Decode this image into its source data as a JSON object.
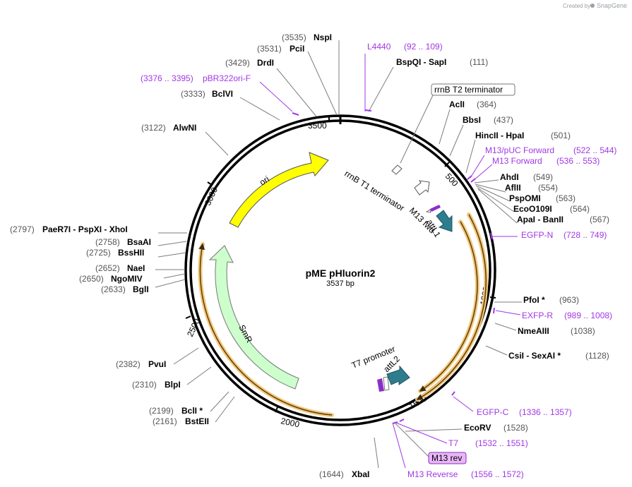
{
  "watermark": {
    "created_by": "Created by",
    "brand": "SnapGene"
  },
  "plasmid": {
    "name": "pME pHluorin2",
    "length": "3537 bp"
  },
  "ticks": [
    "500",
    "1000",
    "1500",
    "2000",
    "2500",
    "3000",
    "3500"
  ],
  "sites": {
    "nspi": {
      "pos": "(3535)",
      "name": "NspI"
    },
    "pcii": {
      "pos": "(3531)",
      "name": "PciI"
    },
    "drdi": {
      "pos": "(3429)",
      "name": "DrdI"
    },
    "bclvi": {
      "pos": "(3333)",
      "name": "BclVI"
    },
    "alwni": {
      "pos": "(3122)",
      "name": "AlwNI"
    },
    "paer7i": {
      "pos": "(2797)",
      "name": "PaeR7I  - PspXI  - XhoI"
    },
    "bsaai": {
      "pos": "(2758)",
      "name": "BsaAI"
    },
    "bsshii": {
      "pos": "(2725)",
      "name": "BssHII"
    },
    "naei": {
      "pos": "(2652)",
      "name": "NaeI"
    },
    "ngomiv": {
      "pos": "(2650)",
      "name": "NgoMIV"
    },
    "bgli": {
      "pos": "(2633)",
      "name": "BglI"
    },
    "pvui": {
      "pos": "(2382)",
      "name": "PvuI"
    },
    "blpi": {
      "pos": "(2310)",
      "name": "BlpI"
    },
    "bcli": {
      "pos": "(2199)",
      "name": "BclI *"
    },
    "bsteii": {
      "pos": "(2161)",
      "name": "BstEII"
    },
    "xbai": {
      "pos": "(1644)",
      "name": "XbaI"
    },
    "bspqi": {
      "name": "BspQI  - SapI",
      "pos": "(111)"
    },
    "acli": {
      "name": "AclI",
      "pos": "(364)"
    },
    "bbsi": {
      "name": "BbsI",
      "pos": "(437)"
    },
    "hincii": {
      "name": "HincII  - HpaI",
      "pos": "(501)"
    },
    "ahdi": {
      "name": "AhdI",
      "pos": "(549)"
    },
    "aflii": {
      "name": "AflII",
      "pos": "(554)"
    },
    "pspomi": {
      "name": "PspOMI",
      "pos": "(563)"
    },
    "eco0109i": {
      "name": "EcoO109I",
      "pos": "(564)"
    },
    "apai": {
      "name": "ApaI  - BanII",
      "pos": "(567)"
    },
    "pfoi": {
      "name": "PfoI *",
      "pos": "(963)"
    },
    "nmeaiii": {
      "name": "NmeAIII",
      "pos": "(1038)"
    },
    "csii": {
      "name": "CsiI  - SexAI *",
      "pos": "(1128)"
    },
    "ecorv": {
      "name": "EcoRV",
      "pos": "(1528)"
    }
  },
  "primers": {
    "pbr322": {
      "pos": "(3376 .. 3395)",
      "name": "pBR322ori-F"
    },
    "l4440": {
      "name": "L4440",
      "pos": "(92 .. 109)"
    },
    "m13puc": {
      "name": "M13/pUC Forward",
      "pos": "(522 .. 544)"
    },
    "m13fwd_primer": {
      "name": "M13 Forward",
      "pos": "(536 .. 553)"
    },
    "egfpn": {
      "name": "EGFP-N",
      "pos": "(728 .. 749)"
    },
    "exfpr": {
      "name": "EXFP-R",
      "pos": "(989 .. 1008)"
    },
    "egfpc": {
      "name": "EGFP-C",
      "pos": "(1336 .. 1357)"
    },
    "t7": {
      "name": "T7",
      "pos": "(1532 .. 1551)"
    },
    "m13rev_box": {
      "name": "M13 rev"
    },
    "m13reverse": {
      "name": "M13 Reverse",
      "pos": "(1556 .. 1572)"
    }
  },
  "features": {
    "rrnb_t2": "rrnB T2 terminator",
    "rrnb_t1": "rrnB T1 terminator",
    "m13fwd": "M13 fwd",
    "attl1": "attL1",
    "t7promoter": "T7 promoter",
    "attl2": "attL2",
    "ori": "ori",
    "smr": "SmR"
  },
  "colors": {
    "ori": "#ffff00",
    "smr": "#ccffcc",
    "att": "#2e7d8e",
    "primer": "#a037e6",
    "orf_glow": "#f5c878",
    "m13rev_box": "#e8b6f5"
  }
}
